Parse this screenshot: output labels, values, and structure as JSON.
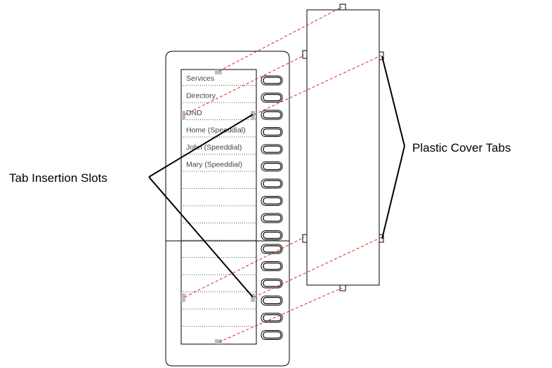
{
  "labels": {
    "tab_insertion_slots": "Tab Insertion Slots",
    "plastic_cover_tabs": "Plastic Cover Tabs"
  },
  "card_entries": [
    "Services",
    "Directory",
    "DND",
    "Home (Speeddial)",
    "John (Speeddial)",
    "Mary (Speeddial)",
    "",
    "",
    "",
    "",
    "",
    "",
    "",
    "",
    "",
    ""
  ],
  "counts": {
    "upper_keys": 10,
    "lower_keys": 6
  },
  "colors": {
    "outline": "#000000",
    "guide_line": "#d9241c",
    "slot": "#bdbdbd",
    "divider": "#555555"
  }
}
